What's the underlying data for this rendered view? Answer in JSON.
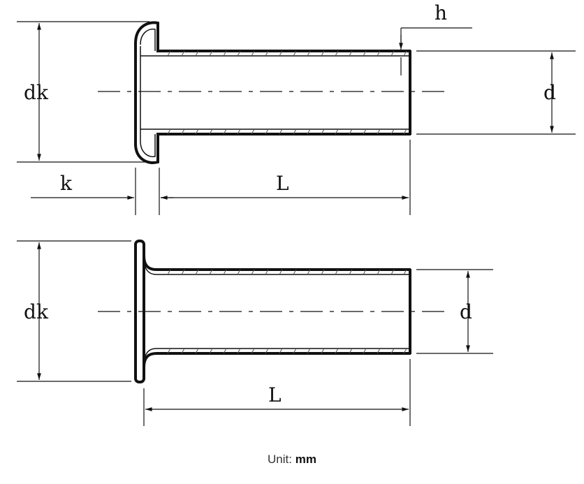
{
  "figure1": {
    "labels": {
      "dk_main": "d",
      "dk_sub": "k",
      "k": "k",
      "L": "L",
      "h": "h",
      "d": "d"
    }
  },
  "figure2": {
    "labels": {
      "dk_main": "d",
      "dk_sub": "k",
      "L": "L",
      "d": "d"
    }
  },
  "unit": {
    "label": "Unit: ",
    "value": "mm"
  },
  "colors": {
    "line": "#111111",
    "hatch": "#555555",
    "background": "#ffffff"
  }
}
